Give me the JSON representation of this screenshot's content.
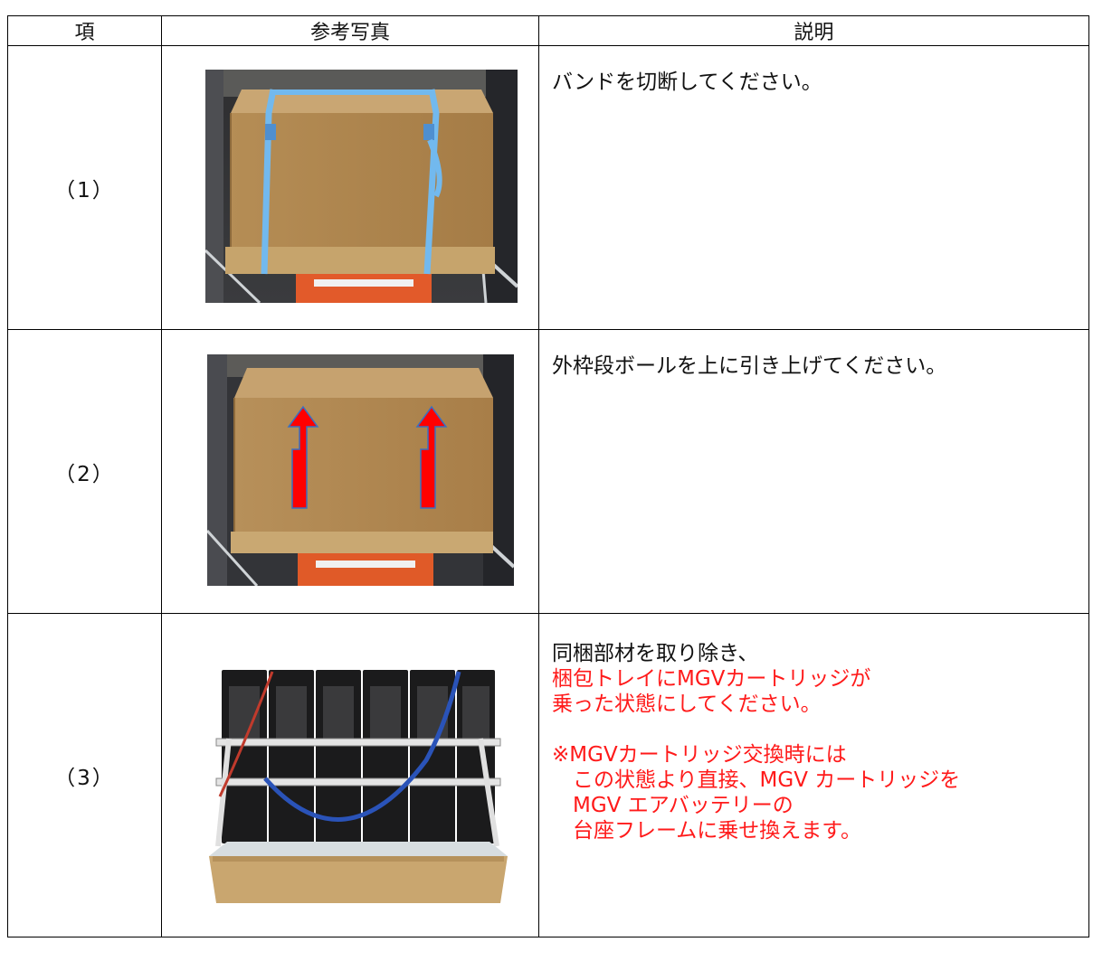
{
  "table": {
    "headers": {
      "item": "項",
      "photo": "参考写真",
      "description": "説明"
    },
    "rows": [
      {
        "item": "（1）",
        "photo_icon": "box-with-band-photo",
        "description_black": "バンドを切断してください。",
        "description_red": ""
      },
      {
        "item": "（2）",
        "photo_icon": "box-lift-arrows-photo",
        "description_black": "外枠段ボールを上に引き上げてください。",
        "description_red": ""
      },
      {
        "item": "（3）",
        "photo_icon": "cartridge-on-tray-photo",
        "description_black": "同梱部材を取り除き、",
        "description_red": "梱包トレイにMGVカートリッジが\n乗った状態にしてください。\n\n※MGVカートリッジ交換時には\n　この状態より直接、MGV カートリッジを\n　MGV エアバッテリーの\n　台座フレームに乗せ換えます。"
      }
    ]
  },
  "colors": {
    "warning_red": "#ff1a1a",
    "border": "#000000",
    "arrow_red": "#ff0000"
  }
}
